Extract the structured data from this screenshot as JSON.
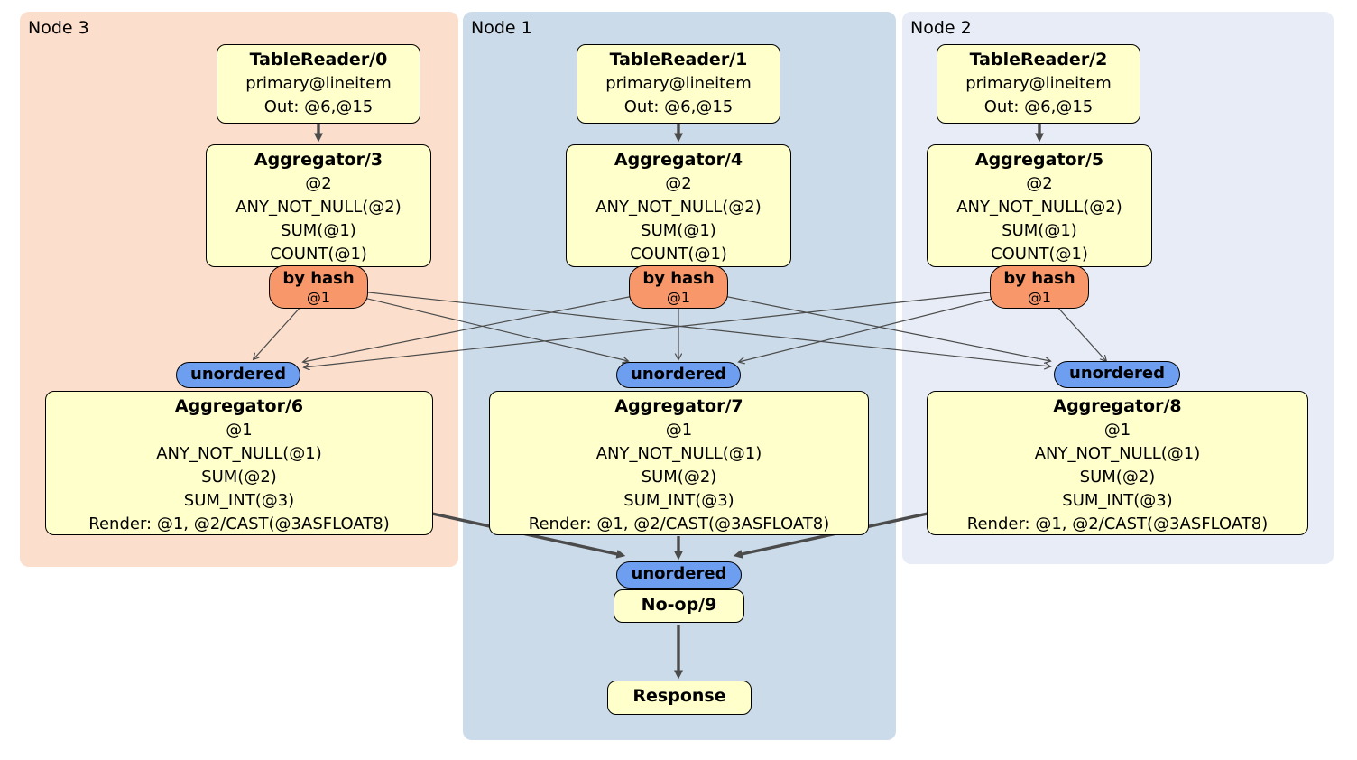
{
  "regions": [
    {
      "label": "Node 3"
    },
    {
      "label": "Node 1"
    },
    {
      "label": "Node 2"
    }
  ],
  "table_readers": [
    {
      "title": "TableReader/0",
      "rows": [
        "primary@lineitem",
        "Out: @6,@15"
      ]
    },
    {
      "title": "TableReader/1",
      "rows": [
        "primary@lineitem",
        "Out: @6,@15"
      ]
    },
    {
      "title": "TableReader/2",
      "rows": [
        "primary@lineitem",
        "Out: @6,@15"
      ]
    }
  ],
  "hash_aggregators": [
    {
      "title": "Aggregator/3",
      "rows": [
        "@2",
        "ANY_NOT_NULL(@2)",
        "SUM(@1)",
        "COUNT(@1)"
      ]
    },
    {
      "title": "Aggregator/4",
      "rows": [
        "@2",
        "ANY_NOT_NULL(@2)",
        "SUM(@1)",
        "COUNT(@1)"
      ]
    },
    {
      "title": "Aggregator/5",
      "rows": [
        "@2",
        "ANY_NOT_NULL(@2)",
        "SUM(@1)",
        "COUNT(@1)"
      ]
    }
  ],
  "routers": [
    {
      "title": "by hash",
      "detail": "@1"
    },
    {
      "title": "by hash",
      "detail": "@1"
    },
    {
      "title": "by hash",
      "detail": "@1"
    }
  ],
  "sync": {
    "label": "unordered"
  },
  "final_aggregators": [
    {
      "title": "Aggregator/6",
      "rows": [
        "@1",
        "ANY_NOT_NULL(@1)",
        "SUM(@2)",
        "SUM_INT(@3)",
        "Render: @1, @2/CAST(@3ASFLOAT8)"
      ]
    },
    {
      "title": "Aggregator/7",
      "rows": [
        "@1",
        "ANY_NOT_NULL(@1)",
        "SUM(@2)",
        "SUM_INT(@3)",
        "Render: @1, @2/CAST(@3ASFLOAT8)"
      ]
    },
    {
      "title": "Aggregator/8",
      "rows": [
        "@1",
        "ANY_NOT_NULL(@1)",
        "SUM(@2)",
        "SUM_INT(@3)",
        "Render: @1, @2/CAST(@3ASFLOAT8)"
      ]
    }
  ],
  "noop": {
    "title": "No-op/9"
  },
  "response": {
    "title": "Response"
  },
  "edges": [
    {
      "from": "TableReader/0",
      "to": "Aggregator/3",
      "kind": "flow"
    },
    {
      "from": "TableReader/1",
      "to": "Aggregator/4",
      "kind": "flow"
    },
    {
      "from": "TableReader/2",
      "to": "Aggregator/5",
      "kind": "flow"
    },
    {
      "from": "by hash/3",
      "to": "unordered/6",
      "kind": "stream"
    },
    {
      "from": "by hash/3",
      "to": "unordered/7",
      "kind": "stream"
    },
    {
      "from": "by hash/3",
      "to": "unordered/8",
      "kind": "stream"
    },
    {
      "from": "by hash/4",
      "to": "unordered/6",
      "kind": "stream"
    },
    {
      "from": "by hash/4",
      "to": "unordered/7",
      "kind": "stream"
    },
    {
      "from": "by hash/4",
      "to": "unordered/8",
      "kind": "stream"
    },
    {
      "from": "by hash/5",
      "to": "unordered/6",
      "kind": "stream"
    },
    {
      "from": "by hash/5",
      "to": "unordered/7",
      "kind": "stream"
    },
    {
      "from": "by hash/5",
      "to": "unordered/8",
      "kind": "stream"
    },
    {
      "from": "Aggregator/6",
      "to": "unordered/9",
      "kind": "flow"
    },
    {
      "from": "Aggregator/7",
      "to": "unordered/9",
      "kind": "flow"
    },
    {
      "from": "Aggregator/8",
      "to": "unordered/9",
      "kind": "flow"
    },
    {
      "from": "No-op/9",
      "to": "Response",
      "kind": "flow"
    }
  ],
  "colors": {
    "node3_bg": "#fbdecb",
    "node1_bg": "#cbdbe9",
    "node2_bg": "#e7ecf6",
    "box_fill": "#ffffcc",
    "router_fill": "#f8976a",
    "sync_fill": "#6e9ef0",
    "edge": "#4b4b4b"
  }
}
